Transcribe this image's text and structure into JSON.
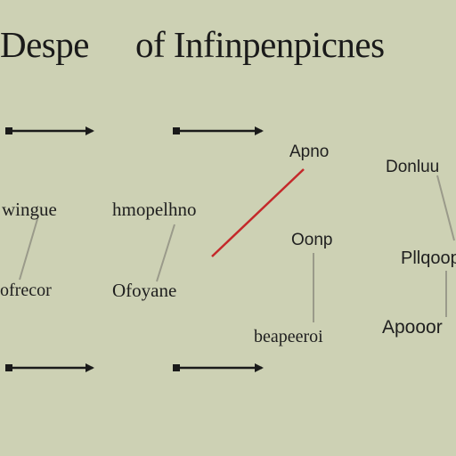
{
  "title": {
    "left": "Despe",
    "right": "of Infinpenpicnes"
  },
  "labels": {
    "top_right_small": "Apno",
    "far_right_top": "Donluu",
    "left_mid": "wingue",
    "center_mid": "hmopelhno",
    "right_center": "Oonp",
    "far_right_mid": "Pllqoop",
    "left_low": "ofrecor",
    "center_low": "Ofoyane",
    "bottom_center": "beapeeroi",
    "far_right_low": "Apooor"
  },
  "colors": {
    "background": "#cdd1b4",
    "ink": "#1c1c1c",
    "accent_line": "#c4282a",
    "connector": "#9a9a8a"
  }
}
